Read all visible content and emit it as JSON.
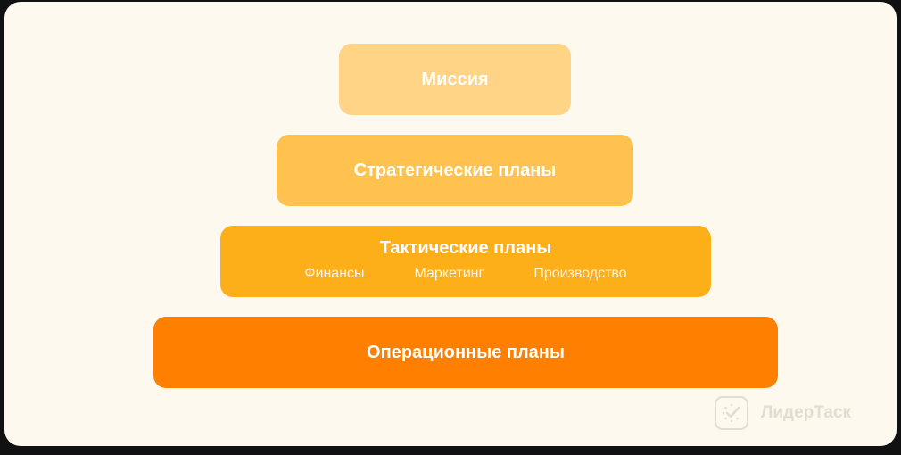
{
  "pyramid": {
    "tiers": [
      {
        "label": "Миссия",
        "color": "#ffd486"
      },
      {
        "label": "Стратегические планы",
        "color": "#ffc24e"
      },
      {
        "label": "Тактические планы",
        "color": "#fdaf1a",
        "sub_items": [
          "Финансы",
          "Маркетинг",
          "Производство"
        ]
      },
      {
        "label": "Операционные планы",
        "color": "#ff7f00"
      }
    ]
  },
  "watermark": {
    "icon": "clock-check-icon",
    "text": "ЛидерТаск"
  }
}
